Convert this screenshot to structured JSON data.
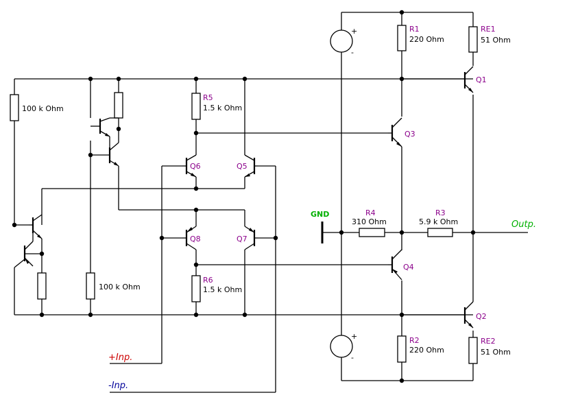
{
  "colors": {
    "wire": "#000000",
    "component_label": "#8B008B",
    "plus_input": "#CC0000",
    "minus_input": "#000099",
    "gnd": "#00B000",
    "output": "#00B000"
  },
  "labels": {
    "r_bias_left": "100 k Ohm",
    "r_bias_mid": "100 k Ohm",
    "r5_name": "R5",
    "r5_value": "1.5 k Ohm",
    "r6_name": "R6",
    "r6_value": "1.5 k Ohm",
    "q6": "Q6",
    "q5": "Q5",
    "q8": "Q8",
    "q7": "Q7",
    "q3": "Q3",
    "q4": "Q4",
    "q1": "Q1",
    "q2": "Q2",
    "r1_name": "R1",
    "r1_value": "220  Ohm",
    "r2_name": "R2",
    "r2_value": "220  Ohm",
    "re1_name": "RE1",
    "re1_value": "51  Ohm",
    "re2_name": "RE2",
    "re2_value": "51  Ohm",
    "r4_name": "R4",
    "r4_value": "310  Ohm",
    "r3_name": "R3",
    "r3_value": "5.9 k Ohm",
    "gnd": "GND",
    "output": "Outp.",
    "plus_input": "+Inp.",
    "minus_input": "-Inp.",
    "plus_sign": "+",
    "minus_sign": "-"
  }
}
